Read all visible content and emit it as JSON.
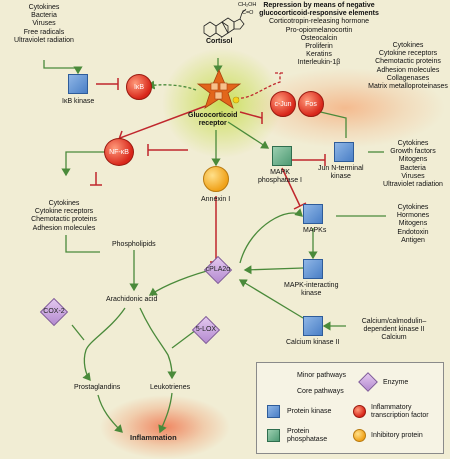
{
  "cortisol": {
    "label": "Cortisol",
    "formula_top": "CH₂OH",
    "formula_mid": "C=O"
  },
  "receptor": {
    "label_line1": "Glucocorticoid",
    "label_line2": "receptor"
  },
  "stress_inputs": [
    "Cytokines",
    "Bacteria",
    "Viruses",
    "Free radicals",
    "Ultraviolet radiation"
  ],
  "repression": {
    "title_line1": "Repression by means of negative",
    "title_line2": "glucocorticoid-responsive elements",
    "items": [
      "Corticotropin-releasing hormone",
      "Pro-opiomelanocortin",
      "Osteocalcin",
      "Proliferin",
      "Keratins",
      "Interleukin-1β"
    ]
  },
  "ap1_targets": [
    "Cytokines",
    "Cytokine receptors",
    "Chemotactic proteins",
    "Adhesion molecules",
    "Collagenases",
    "Matrix metalloproteinases"
  ],
  "nodes": {
    "ikb_kinase": "IκB kinase",
    "ikb": "IκB",
    "nfkb": "NF-κB",
    "cjun": "c-Jun",
    "fos": "Fos",
    "mapk_phosphatase_line1": "MAPK",
    "mapk_phosphatase_line2": "phosphatase I",
    "jnk_line1": "Jun N-terminal",
    "jnk_line2": "kinase",
    "annexin": "Annexin I",
    "mapks": "MAPKs",
    "cpla2": "cPLA2α",
    "mapk_ik_line1": "MAPK-interacting",
    "mapk_ik_line2": "kinase",
    "camk_ii": "Calcium kinase II",
    "phospholipids": "Phospholipids",
    "arachidonic": "Arachidonic acid",
    "cox2": "COX-2",
    "lox5": "5-LOX",
    "prostaglandins": "Prostaglandins",
    "leukotrienes": "Leukotrienes",
    "inflammation": "Inflammation"
  },
  "nfkb_targets": [
    "Cytokines",
    "Cytokine receptors",
    "Chemotactic proteins",
    "Adhesion molecules"
  ],
  "jnk_inputs": [
    "Cytokines",
    "Growth factors",
    "Mitogens",
    "Bacteria",
    "Viruses",
    "Ultraviolet radiation"
  ],
  "mapk_inputs": [
    "Cytokines",
    "Hormones",
    "Mitogens",
    "Endotoxin",
    "Antigen"
  ],
  "calcium_inputs": [
    "Calcium/calmodulin–",
    "dependent kinase II",
    "Calcium"
  ],
  "legend": {
    "minor": "Minor pathways",
    "core": "Core pathways",
    "enzyme": "Enzyme",
    "protein_kinase": "Protein kinase",
    "inflammatory_tf_line1": "Inflammatory",
    "inflammatory_tf_line2": "transcription factor",
    "protein_phosphatase_line1": "Protein",
    "protein_phosphatase_line2": "phosphatase",
    "inhibitory_protein": "Inhibitory protein"
  },
  "colors": {
    "background": "#f1edd4",
    "activation_line": "#4a8a3a",
    "inhibition_line": "#c0272d",
    "protein_kinase": "#5b8fd0",
    "inflammatory_tf": "#d8261a",
    "protein_phosphatase": "#5fa783",
    "inhibitory_protein": "#f0a21a",
    "enzyme": "#c29fd9"
  }
}
